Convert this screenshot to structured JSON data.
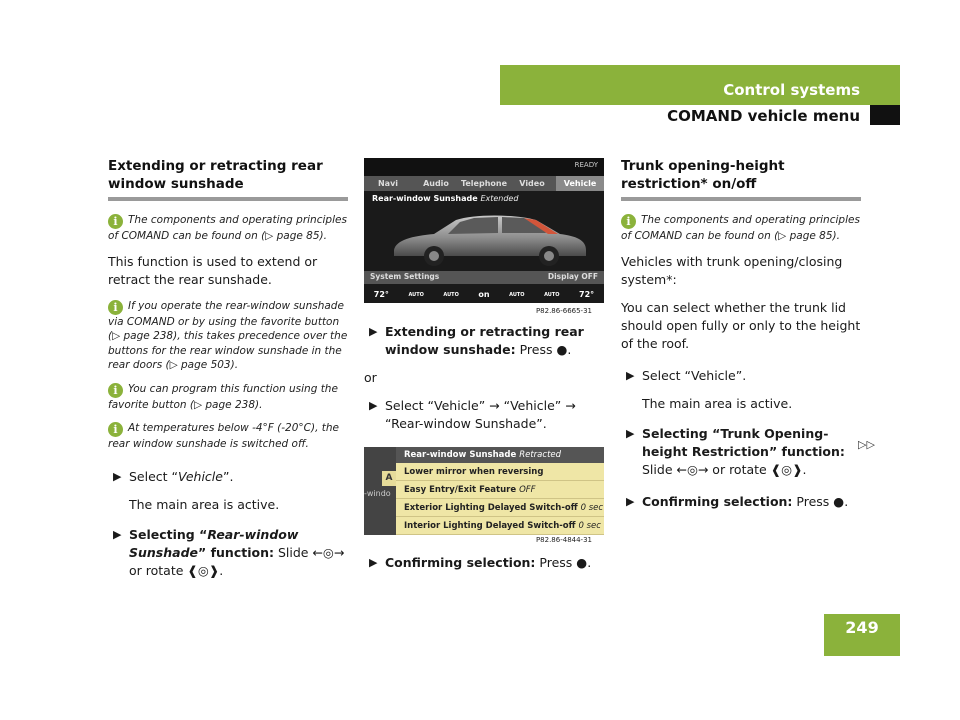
{
  "header": {
    "section": "Control systems",
    "subsection": "COMAND vehicle menu",
    "page_number": "249"
  },
  "col1": {
    "heading": "Extending or retracting rear window sunshade",
    "info1": "The components and operating principles of COMAND can be found on (▷ page 85).",
    "body1": "This function is used to extend or retract the rear sunshade.",
    "info2": "If you operate the rear-window sunshade via COMAND or by using the favorite button (▷ page 238), this takes precedence over the buttons for the rear window sunshade in the rear doors (▷ page 503).",
    "info3": "You can program this function using the favorite button (▷ page 238).",
    "info4": "At temperatures below -4°F (-20°C), the rear window sunshade is switched off.",
    "step1_pre": "Select “",
    "step1_it": "Vehicle",
    "step1_post": "”.",
    "step1_result": "The main area is active.",
    "step2_pre": "Selecting “",
    "step2_it": "Rear-window Sunshade",
    "step2_post": "” function:",
    "step2_action": "Slide ←◎→ or rotate ❰◎❱."
  },
  "screen1": {
    "ready": "READY",
    "menu": [
      "Navi",
      "Audio",
      "Telephone",
      "Video",
      "Vehicle"
    ],
    "title": "Rear-window Sunshade",
    "state": "Extended",
    "left_bottom": "System Settings",
    "right_bottom": "Display OFF",
    "climate": [
      "72°",
      "AUTO",
      "AUTO",
      "on",
      "AUTO",
      "AUTO",
      "72°"
    ],
    "caption": "P82.86-6665-31"
  },
  "col2": {
    "step1_bold": "Extending or retracting rear window sunshade:",
    "step1_action": "Press ●.",
    "or": "or",
    "step2": "Select “Vehicle” → “Vehicle” → “Rear-window Sunshade”.",
    "step3_bold": "Confirming selection:",
    "step3_action": "Press ●."
  },
  "screen2": {
    "side_a": "A",
    "side_w": "-windo",
    "head": "Rear-window Sunshade",
    "head_state": "Retracted",
    "rows": [
      {
        "label": "Lower mirror when reversing",
        "value": ""
      },
      {
        "label": "Easy Entry/Exit Feature",
        "value": "OFF"
      },
      {
        "label": "Exterior Lighting Delayed Switch-off",
        "value": "0 sec"
      },
      {
        "label": "Interior Lighting Delayed Switch-off",
        "value": "0 sec"
      }
    ],
    "caption": "P82.86-4844-31"
  },
  "col3": {
    "heading": "Trunk opening-height restriction* on/off",
    "info1": "The components and operating principles of COMAND can be found on (▷ page 85).",
    "body1": "Vehicles with trunk opening/closing system*:",
    "body2": "You can select whether the trunk lid should open fully or only to the height of the roof.",
    "step1": "Select “Vehicle”.",
    "step1_result": "The main area is active.",
    "step2_bold": "Selecting “Trunk Opening-height Restriction” function:",
    "step2_action": "Slide ←◎→ or rotate ❰◎❱.",
    "step3_bold": "Confirming selection:",
    "step3_action": "Press ●.",
    "continue": "▷▷"
  }
}
